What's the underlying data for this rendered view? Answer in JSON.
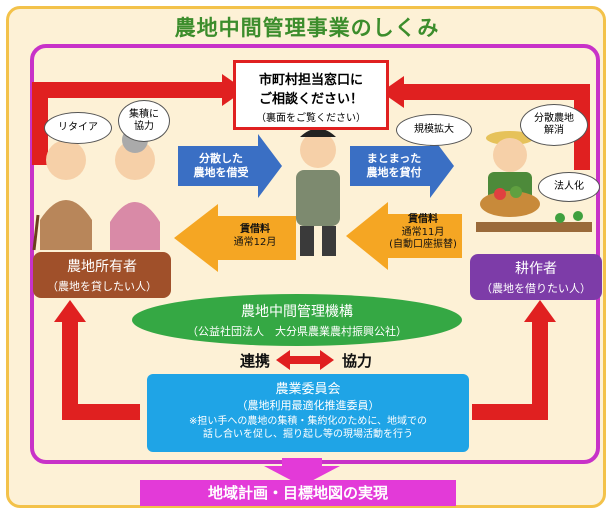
{
  "title": "農地中間管理事業のしくみ",
  "window": {
    "line1": "市町村担当窓口に",
    "line2": "ご相談ください！",
    "line3": "（裏面をご覧ください）"
  },
  "bubbles": {
    "retire": "リタイア",
    "shuseki_1": "集積に",
    "shuseki_2": "協力",
    "kibo": "規模拡大",
    "bunsan_1": "分散農地",
    "bunsan_2": "解消",
    "hojin": "法人化"
  },
  "owner": {
    "label": "農地所有者",
    "sub": "（農地を貸したい人）"
  },
  "farmer": {
    "label": "耕作者",
    "sub": "（農地を借りたい人）"
  },
  "arrows": {
    "lease_in_1": "分散した",
    "lease_in_2": "農地を借受",
    "lease_out_1": "まとまった",
    "lease_out_2": "農地を貸付",
    "rent_left_1": "賃借料",
    "rent_left_2": "通常12月",
    "rent_right_1": "賃借料",
    "rent_right_2": "通常11月",
    "rent_right_3": "(自動口座振替)"
  },
  "org": {
    "label": "農地中間管理機構",
    "sub": "（公益社団法人　大分県農業農村振興公社）"
  },
  "coop": {
    "left": "連携",
    "right": "協力"
  },
  "committee": {
    "label": "農業委員会",
    "sub": "（農地利用最適化推進委員）",
    "note_1": "※担い手への農地の集積・集約化のために、地域での",
    "note_2": "話し合いを促し、掘り起し等の現場活動を行う"
  },
  "goal": "地域計画・目標地図の実現",
  "colors": {
    "red": "#e02020",
    "blue": "#3a6fc4",
    "orange": "#f5a623",
    "green": "#35a844",
    "pink": "#e33ad8",
    "brown": "#a0502a",
    "purple": "#7d3ca8"
  }
}
